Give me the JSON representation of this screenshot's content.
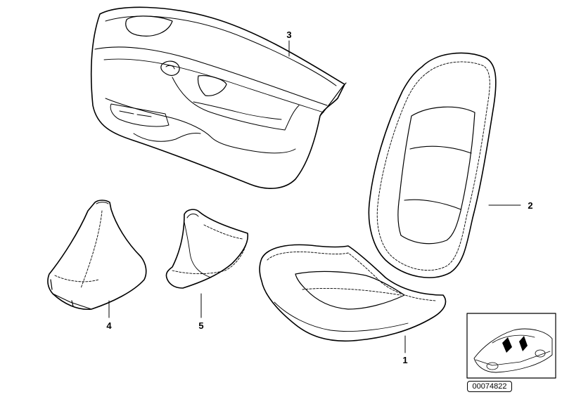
{
  "callouts": [
    {
      "id": "seat-cushion",
      "label": "1"
    },
    {
      "id": "backrest-cover",
      "label": "2"
    },
    {
      "id": "door-trim-panel",
      "label": "3"
    },
    {
      "id": "gear-shift-boot",
      "label": "4"
    },
    {
      "id": "handbrake-boot",
      "label": "5"
    }
  ],
  "reference_number": "00074822"
}
